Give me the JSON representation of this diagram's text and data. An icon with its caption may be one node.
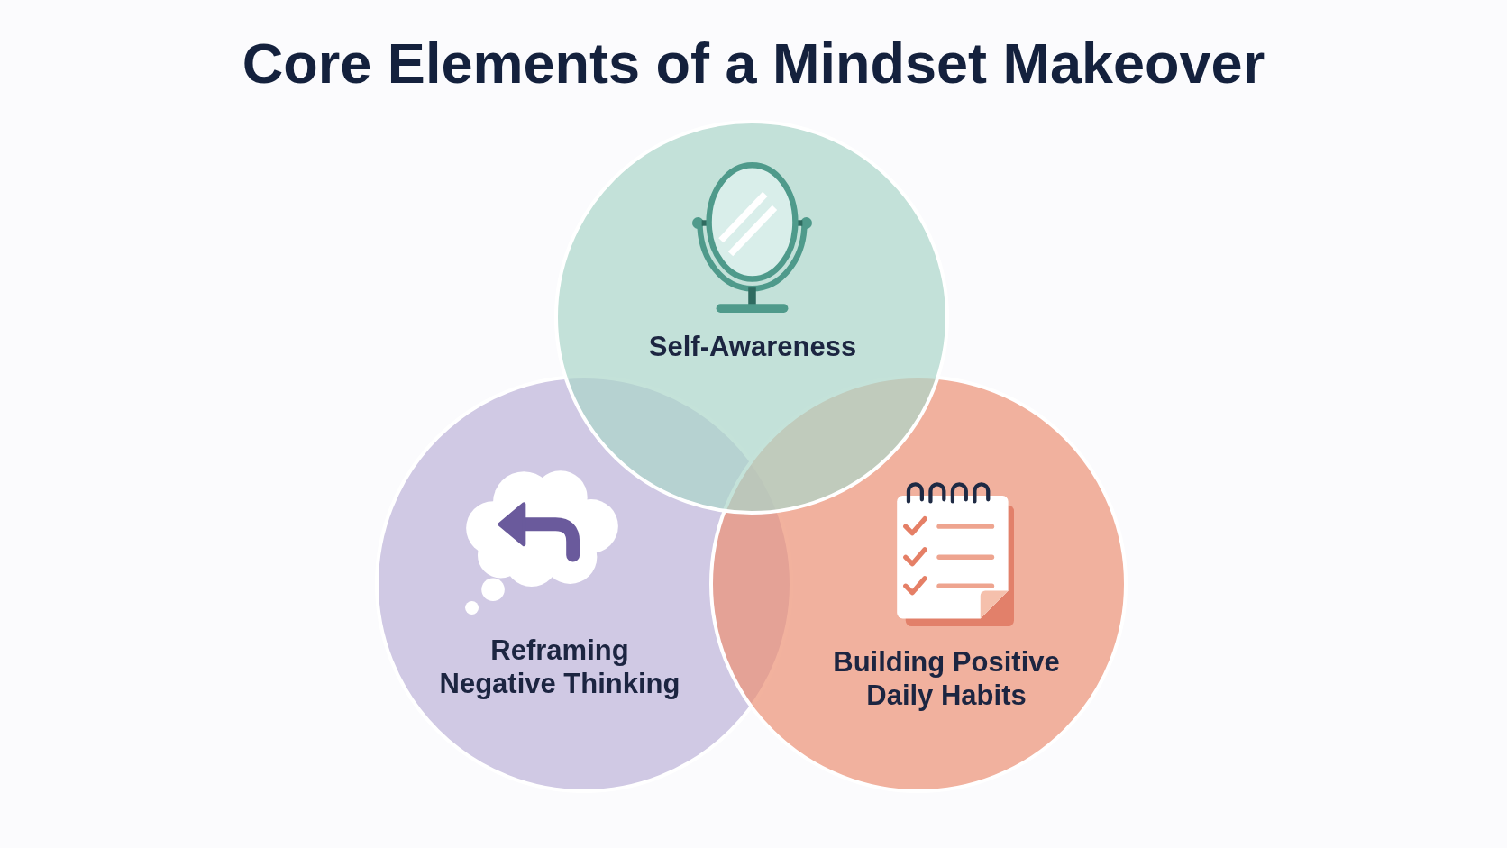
{
  "diagram": {
    "title": "Core Elements of a Mindset Makeover",
    "nodes": [
      {
        "text": [
          "Self-Awareness"
        ]
      },
      {
        "text": [
          "Reframing Negative Thinking"
        ]
      },
      {
        "text": [
          "Building Positive Daily Habits"
        ]
      }
    ]
  }
}
